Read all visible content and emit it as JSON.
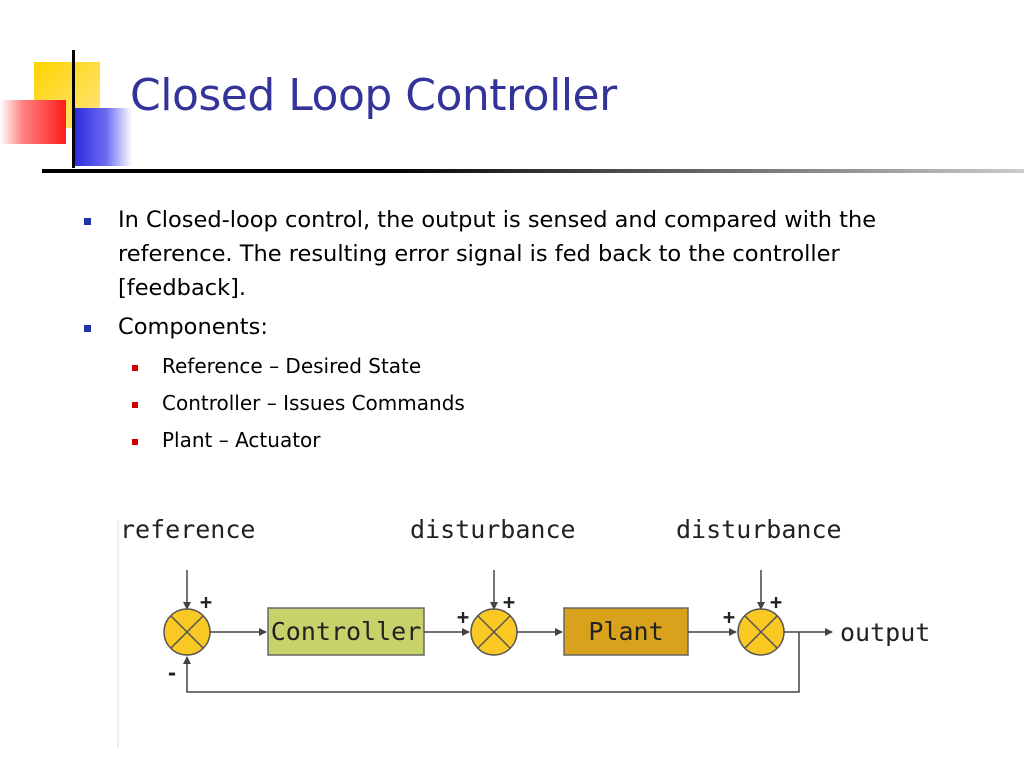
{
  "slide": {
    "title": "Closed Loop Controller",
    "bullets": [
      {
        "text": "In Closed-loop control, the output is sensed and compared with the reference. The resulting error signal is fed back to the controller [feedback]."
      },
      {
        "text": "Components:",
        "sub": [
          "Reference – Desired State",
          "Controller – Issues Commands",
          "Plant – Actuator"
        ]
      }
    ]
  },
  "diagram": {
    "labels": {
      "reference": "reference",
      "disturbance_1": "disturbance",
      "disturbance_2": "disturbance",
      "output": "output"
    },
    "blocks": {
      "controller": "Controller",
      "plant": "Plant"
    },
    "signs": {
      "sum1_top": "+",
      "sum1_bottom": "-",
      "sum2_left": "+",
      "sum2_top": "+",
      "sum3_left": "+",
      "sum3_top": "+"
    },
    "colors": {
      "controller_fill": "#c8d26a",
      "plant_fill": "#d9a21c",
      "summing_fill": "#f9c823",
      "title": "#33339a",
      "bullet_level1": "#2233aa",
      "bullet_level2": "#cc0000"
    }
  }
}
